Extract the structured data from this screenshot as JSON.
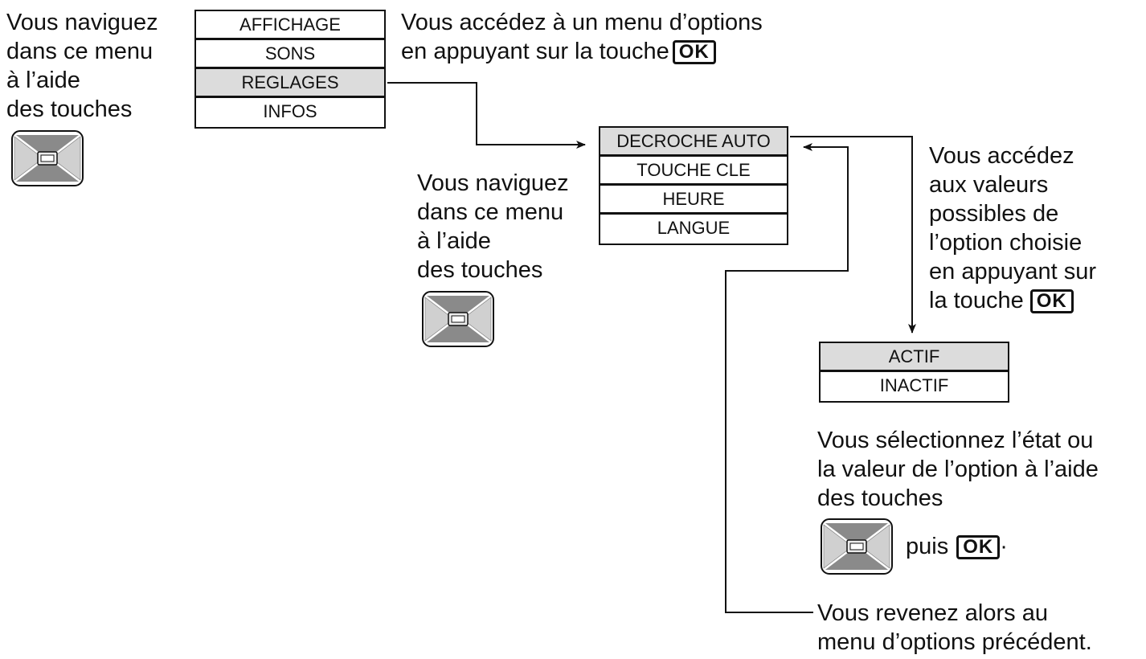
{
  "menu1": {
    "items": [
      "AFFICHAGE",
      "SONS",
      "REGLAGES",
      "INFOS"
    ],
    "selected_index": 2
  },
  "menu2": {
    "items": [
      "DECROCHE AUTO",
      "TOUCHE CLE",
      "HEURE",
      "LANGUE"
    ],
    "selected_index": 0
  },
  "menu3": {
    "items": [
      "ACTIF",
      "INACTIF"
    ],
    "selected_index": 0
  },
  "nav_text_1": [
    "Vous naviguez",
    "dans ce menu",
    "à l’aide",
    "des touches"
  ],
  "nav_text_2": [
    "Vous naviguez",
    "dans ce menu",
    "à l’aide",
    "des touches"
  ],
  "access_options": {
    "line1": "Vous accédez à un menu d’options",
    "line2": "en appuyant sur la touche"
  },
  "access_values": {
    "lines": [
      "Vous accédez",
      "aux valeurs",
      "possibles de",
      "l’option choisie",
      "en appuyant sur"
    ],
    "last_line": "la touche"
  },
  "select_state": {
    "lines": [
      "Vous sélectionnez  l’état ou",
      "la valeur de l’option à l’aide",
      "des touches"
    ],
    "then": "puis",
    "period": "·"
  },
  "return_text": [
    "Vous revenez alors au",
    "menu d’options précédent."
  ],
  "key_label": "OK",
  "pad_key_label": "OK",
  "colors": {
    "pad_gray": "#8a8a8a",
    "pad_light": "#d8d8d8",
    "selected_row": "#dcdcdc",
    "line": "#111111"
  }
}
